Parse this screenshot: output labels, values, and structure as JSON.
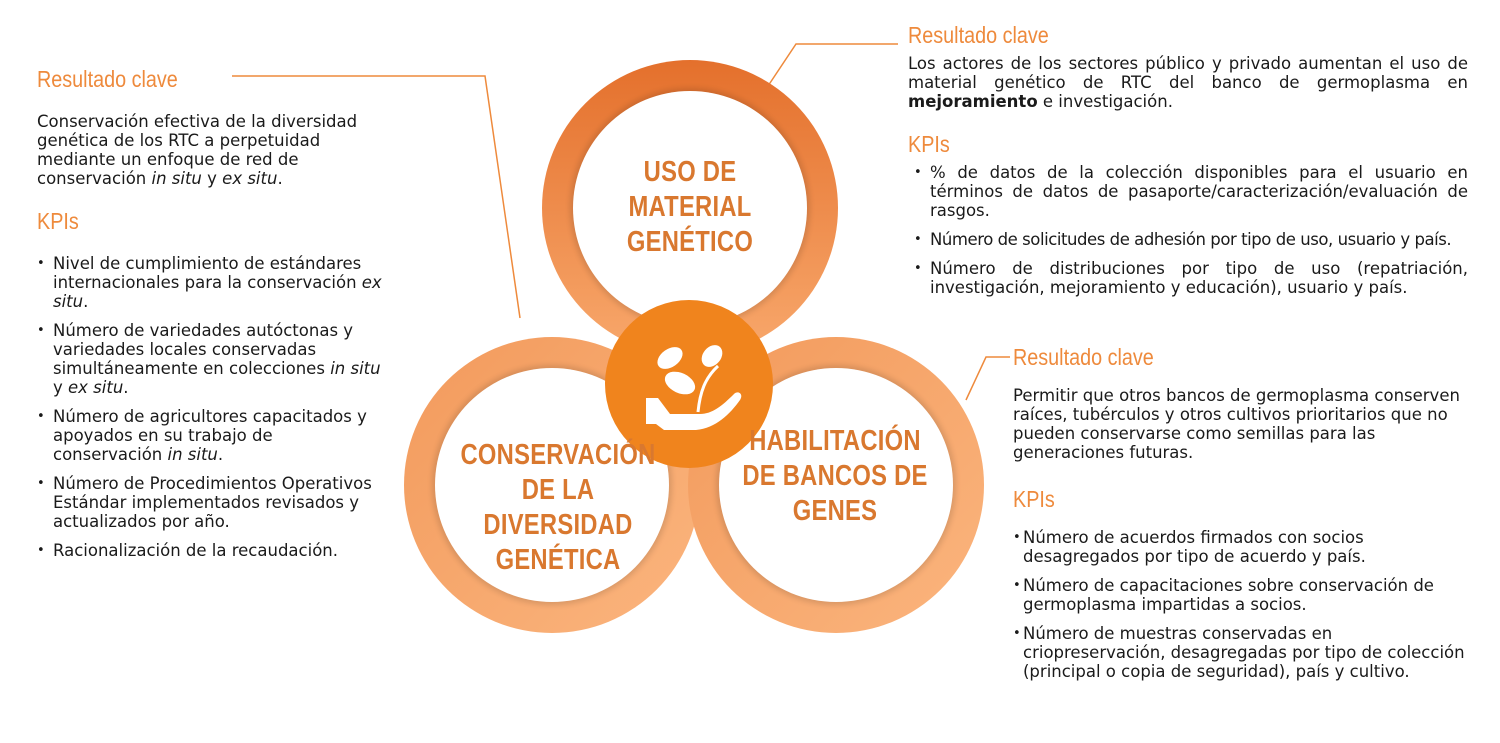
{
  "colors": {
    "accent": "#ee8a3c",
    "ring_dark": "#e26d2c",
    "ring_light": "#f7a468",
    "center": "#f0841d",
    "label": "#d9782f"
  },
  "center_icon": "plant-in-hand-icon",
  "circles": {
    "top": {
      "line1": "USO DE",
      "line2": "MATERIAL",
      "line3": "GENÉTICO"
    },
    "left": {
      "line1": "CONSERVACIÓN",
      "line2": "DE LA DIVERSIDAD",
      "line3": "GENÉTICA"
    },
    "right": {
      "line1": "HABILITACIÓN",
      "line2": "DE BANCOS DE",
      "line3": "GENES"
    }
  },
  "left_panel": {
    "result_title": "Resultado clave",
    "desc_part1": "Conservación efectiva de la diversidad genética de los RTC a perpetuidad mediante un enfoque de red de conservación ",
    "desc_em1": "in situ",
    "desc_part2": " y ",
    "desc_em2": "ex situ",
    "desc_part3": ".",
    "kpis_title": "KPIs",
    "kpi1_text": "Nivel de cumplimiento de estándares internacionales para la conservación ",
    "kpi1_em": "ex situ",
    "kpi1_end": ".",
    "kpi2_text": "Número de variedades autóctonas y variedades locales conservadas simultáneamente en colecciones ",
    "kpi2_em1": "in situ",
    "kpi2_mid": " y ",
    "kpi2_em2": "ex situ",
    "kpi2_end": ".",
    "kpi3_text": "Número de agricultores capacitados y apoyados en su trabajo de conservación ",
    "kpi3_em": "in situ",
    "kpi3_end": ".",
    "kpi4": "Número de Procedimientos Operativos Estándar implementados revisados y actualizados por año.",
    "kpi5": "Racionalización de la recaudación."
  },
  "top_right_panel": {
    "result_title": "Resultado clave",
    "desc_part1": "Los actores de los sectores público y privado aumentan el uso de material genético de RTC del banco de germoplasma en ",
    "desc_bold": "mejoramiento",
    "desc_part2": " e investigación.",
    "kpis_title": "KPIs",
    "kpis": [
      "% de datos de la colección disponibles para el usuario en términos de datos de pasaporte/caracterización/evaluación de rasgos.",
      "Número de solicitudes de adhesión por tipo de uso, usuario y país.",
      "Número de distribuciones por tipo de uso (repatriación, investigación, mejoramiento y educación), usuario y país."
    ]
  },
  "bottom_right_panel": {
    "result_title": "Resultado clave",
    "desc": "Permitir que otros bancos de germoplasma conserven raíces, tubérculos y otros cultivos prioritarios que no pueden conservarse como semillas para las generaciones futuras.",
    "kpis_title": "KPIs",
    "kpis": [
      "Número de acuerdos firmados con socios desagregados por tipo de acuerdo y país.",
      "Número de capacitaciones sobre conservación de germoplasma impartidas a socios.",
      "Número de muestras conservadas en criopreservación, desagregadas por tipo de colección (principal o copia de seguridad), país y cultivo."
    ]
  }
}
